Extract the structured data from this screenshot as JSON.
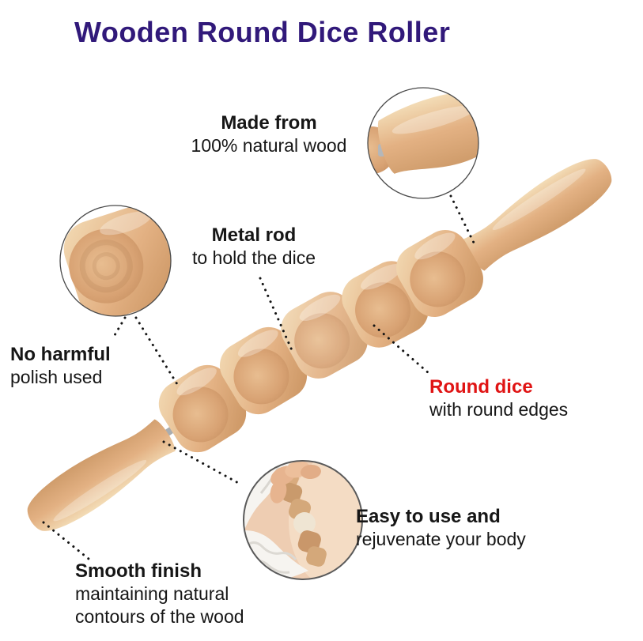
{
  "title": {
    "text": "Wooden Round Dice Roller"
  },
  "annotations": {
    "made_from": {
      "bold": "Made from",
      "line2": "100% natural wood"
    },
    "metal_rod": {
      "bold": "Metal rod",
      "line2": "to hold the dice"
    },
    "no_harmful": {
      "bold": "No harmful",
      "line2": "polish used"
    },
    "round_dice": {
      "bold": "Round dice",
      "line2": "with round edges"
    },
    "easy_to_use": {
      "bold": "Easy to use and",
      "line2": "rejuvenate your body"
    },
    "smooth_finish": {
      "bold": "Smooth finish",
      "line2": "maintaining natural",
      "line3": "contours of the wood"
    }
  },
  "product": {
    "dice_count": 5,
    "handle_count": 2
  },
  "colors": {
    "title": "#31197a",
    "highlight_red": "#e01414",
    "text": "#161616",
    "wood_light": "#f3dcb6",
    "wood_mid": "#e3b183",
    "wood_dark": "#c8925f",
    "metal": "#a9adb0",
    "leader_dots": "#141414",
    "skin": "#eecdb2",
    "skin_dark": "#e2ab85",
    "cloth": "#f6f4f0",
    "inset_border": "#4a4a4a"
  }
}
